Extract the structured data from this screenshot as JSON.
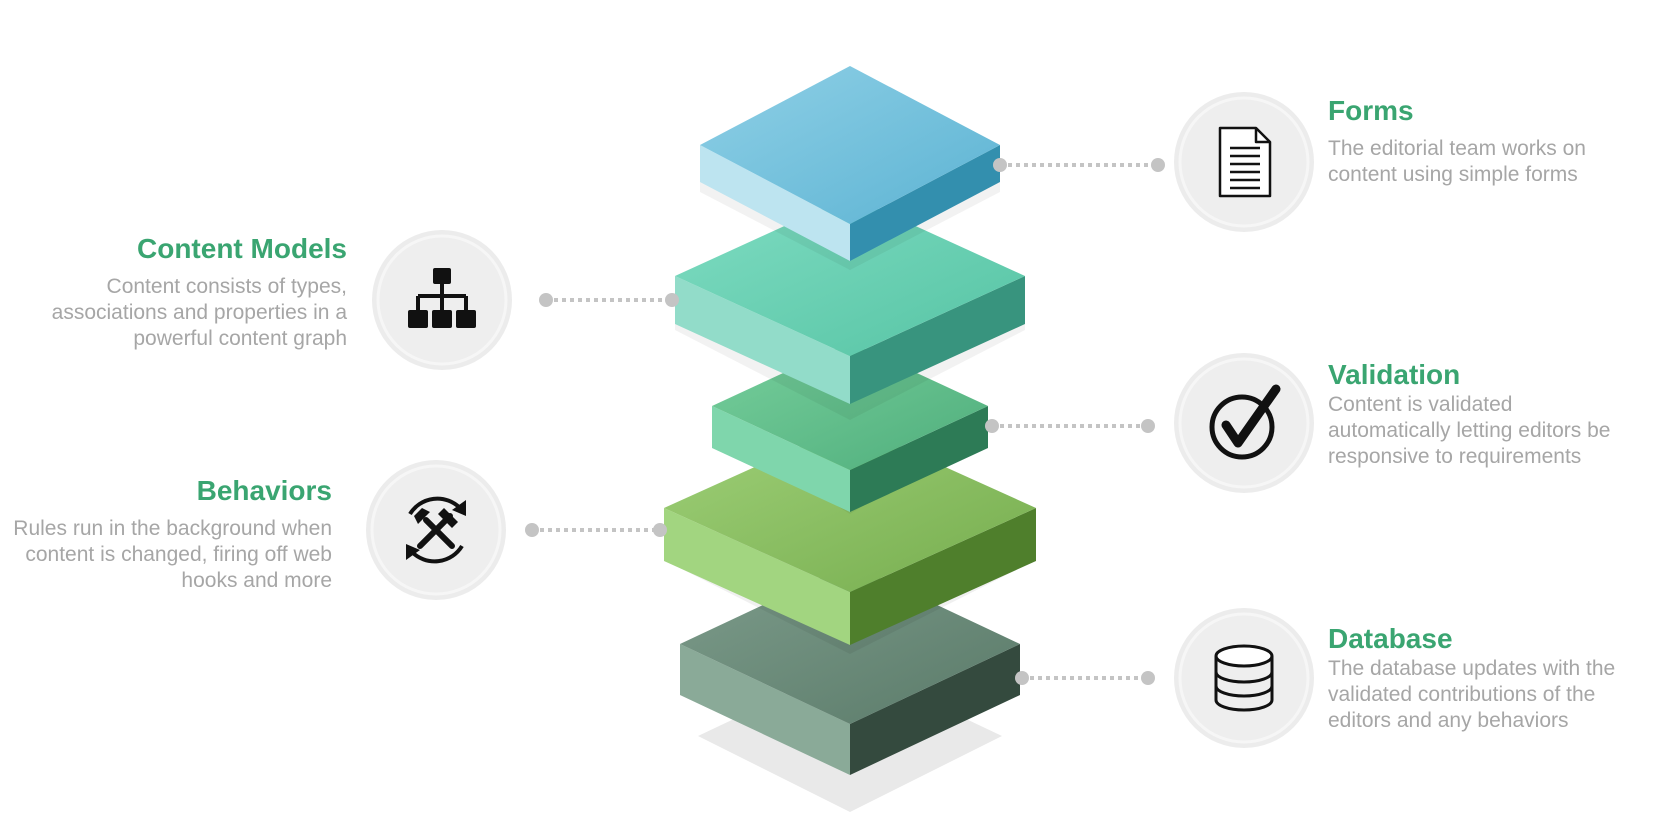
{
  "accent_color": "#3aa571",
  "items": [
    {
      "id": "forms",
      "title": "Forms",
      "description": "The editorial team works on content using simple forms",
      "icon": "document-icon",
      "side": "right",
      "layer_color": "#6cbedb"
    },
    {
      "id": "content-models",
      "title": "Content Models",
      "description": "Content consists of types, associations and properties in a powerful content graph",
      "icon": "hierarchy-icon",
      "side": "left",
      "layer_color": "#63ccb0"
    },
    {
      "id": "validation",
      "title": "Validation",
      "description": "Content is validated automatically letting editors be responsive to requirements",
      "icon": "checkmark-icon",
      "side": "right",
      "layer_color": "#5cbd8a"
    },
    {
      "id": "behaviors",
      "title": "Behaviors",
      "description": "Rules run in the background when content is changed, firing off web hooks and more",
      "icon": "tools-cycle-icon",
      "side": "left",
      "layer_color": "#85bb5c"
    },
    {
      "id": "database",
      "title": "Database",
      "description": "The database updates with the validated contributions of the editors and any behaviors",
      "icon": "database-icon",
      "side": "right",
      "layer_color": "#6b8a7a"
    }
  ]
}
